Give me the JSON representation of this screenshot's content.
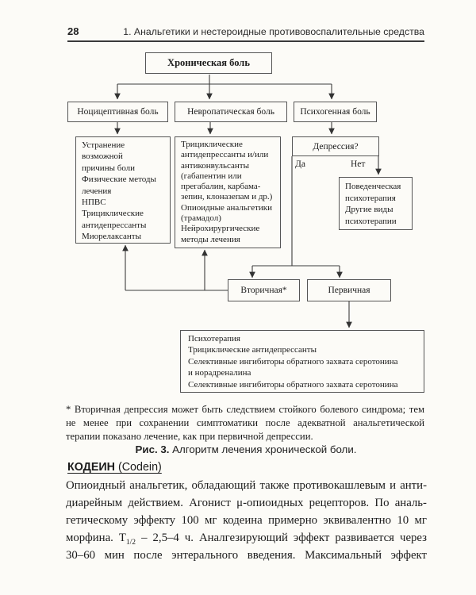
{
  "header": {
    "page_number": "28",
    "running_title": "1. Анальгетики и нестероидные противовоспалительные средства"
  },
  "flowchart": {
    "chronic_pain": "Хроническая боль",
    "nociceptive": "Ноцицептивная боль",
    "neuropathic": "Невропатическая боль",
    "psychogenic": "Психогенная боль",
    "nociceptive_treatment": "Устранение\nвозможной\nпричины боли\nФизические методы\nлечения\nНПВС\nТрициклические\nантидепрессанты\nМиорелаксанты",
    "neuropathic_treatment": "Трициклические\nантидепрессанты и/или\nантиконвульсанты\n(габапентин или\nпрегабалин, карбама-\nзепин, клоназепам и др.)\nОпиоидные анальгетики\n(трамадол)\nНейрохирургические\nметоды лечения",
    "depression_question": "Депрессия?",
    "label_yes": "Да",
    "label_no": "Нет",
    "behavioral_therapy": "Поведенческая\nпсихотерапия\nДругие виды\nпсихотерапии",
    "secondary_depression": "Вторичная*",
    "primary_depression": "Первичная",
    "primary_depression_treatment": "Психотерапия\nТрициклические антидепрессанты\nСелективные ингибиторы обратного захвата серотонина\nи норадреналина\nСелективные ингибиторы обратного захвата серотонина"
  },
  "footnote": "* Вторичная депрессия может быть следствием стойкого болевого синдрома; тем не менее при сохранении симптоматики после адекватной анальгетической терапии показано лечение, как при первичной депрессии.",
  "figure_caption": {
    "label": "Рис. 3.",
    "text": " Алгоритм лечения хронической боли."
  },
  "codein_section": {
    "name": "КОДЕИН",
    "latin": " (Codein)",
    "body_before_sub": "Опиоидный анальгетик, обладающий также противокашлевым и анти-\nдиарейным действием. Агонист μ-опиоидных рецепторов. По аналь-\nгетическому эффекту 100 мг кодеина примерно эквивалентно 10 мг\nморфина. Т",
    "half_life_sub": "1/2",
    "body_after_sub": " – 2,5–4 ч. Аналгезирующий эффект развивается через\n30–60 мин после энтерального введения. Максимальный эффект"
  },
  "colors": {
    "page_background": "#fcfbf7",
    "ink": "#1c1c1c",
    "box_border": "#555555"
  }
}
